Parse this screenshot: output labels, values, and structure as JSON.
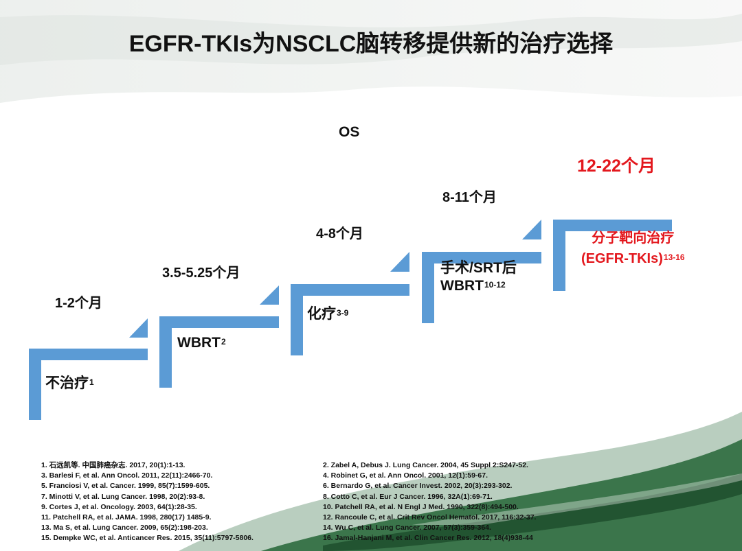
{
  "title": "EGFR-TKIs为NSCLC脑转移提供新的治疗选择",
  "os_label": "OS",
  "steps": [
    {
      "os": "1-2个月",
      "label": "不治疗",
      "ref": "1"
    },
    {
      "os": "3.5-5.25个月",
      "label": "WBRT",
      "ref": "2"
    },
    {
      "os": "4-8个月",
      "label": "化疗",
      "ref": "3-9"
    },
    {
      "os": "8-11个月",
      "label_line1": "手术/SRT后",
      "label_line2": "WBRT",
      "ref": "10-12"
    },
    {
      "os": "12-22个月",
      "label_line1": "分子靶向治疗",
      "label_line2": "(EGFR-TKIs)",
      "ref": "13-16"
    }
  ],
  "colors": {
    "step_blue": "#5b9bd5",
    "highlight_red": "#e3171d",
    "brush_green": "#2e6b3e"
  },
  "references": [
    [
      "1. 石远凯等. 中国肺癌杂志. 2017, 20(1):1-13.",
      "2. Zabel A, Debus J. Lung Cancer. 2004, 45 Suppl 2:S247-52."
    ],
    [
      "3. Barlesi F, et al. Ann Oncol. 2011, 22(11):2466-70.",
      "4. Robinet G, et al. Ann Oncol. 2001, 12(1):59-67."
    ],
    [
      "5. Franciosi V, et al. Cancer. 1999, 85(7):1599-605.",
      "6. Bernardo G, et al. Cancer Invest. 2002, 20(3):293-302."
    ],
    [
      "7. Minotti V, et al. Lung Cancer. 1998, 20(2):93-8.",
      "8. Cotto C, et al. Eur J Cancer. 1996, 32A(1):69-71."
    ],
    [
      "9. Cortes J, et al. Oncology. 2003, 64(1):28-35.",
      "10. Patchell RA, et al. N Engl J Med. 1990, 322(8):494-500."
    ],
    [
      "11. Patchell RA, et al. JAMA. 1998, 280(17) 1485-9.",
      "12. Rancoule C, et al. Crit Rev Oncol Hematol. 2017, 116:32-37."
    ],
    [
      "13. Ma S, et al. Lung Cancer. 2009, 65(2):198-203.",
      "14. Wu C, et al. Lung Cancer. 2007, 57(3):359-364."
    ],
    [
      "15. Dempke WC, et al. Anticancer Res. 2015, 35(11):5797-5806.",
      "16. Jamal-Hanjani M, et al. Clin Cancer Res. 2012, 18(4)938-44"
    ]
  ]
}
